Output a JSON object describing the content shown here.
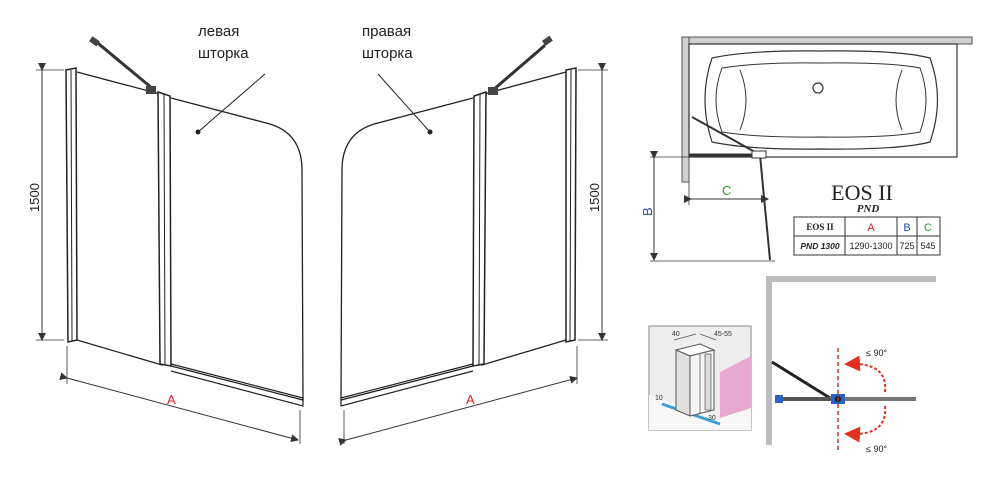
{
  "left_panel": {
    "label_line1": "левая",
    "label_line2": "шторка",
    "height_dim": "1500",
    "width_dim": "A"
  },
  "right_panel": {
    "label_line1": "правая",
    "label_line2": "шторка",
    "height_dim": "1500",
    "width_dim": "A"
  },
  "plan_view": {
    "dim_b": "B",
    "dim_c": "C"
  },
  "product": {
    "title": "EOS II",
    "subtitle": "PND"
  },
  "spec_table": {
    "headers": [
      "EOS II",
      "A",
      "B",
      "C"
    ],
    "rows": [
      [
        "PND 1300",
        "1290-1300",
        "725",
        "545"
      ]
    ]
  },
  "detail_view": {
    "dim_top_left": "40",
    "dim_top_right": "45-55",
    "dim_side": "10",
    "dim_bottom": "30"
  },
  "swing_view": {
    "angle_top": "≤ 90°",
    "angle_bottom": "≤ 90°"
  },
  "colors": {
    "dim_a": "#d62020",
    "dim_b": "#2a4fa8",
    "dim_c": "#2e9a2e",
    "arrow_swing": "#e03020",
    "wall_pink": "#e6a8cc"
  }
}
